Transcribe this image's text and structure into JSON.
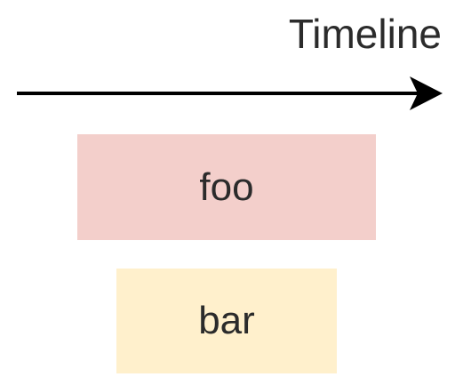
{
  "timeline": {
    "label": "Timeline"
  },
  "blocks": [
    {
      "label": "foo",
      "color": "#f3cfcb"
    },
    {
      "label": "bar",
      "color": "#fff0cc"
    }
  ],
  "colors": {
    "arrow": "#000000",
    "text": "#2b2b2b"
  }
}
